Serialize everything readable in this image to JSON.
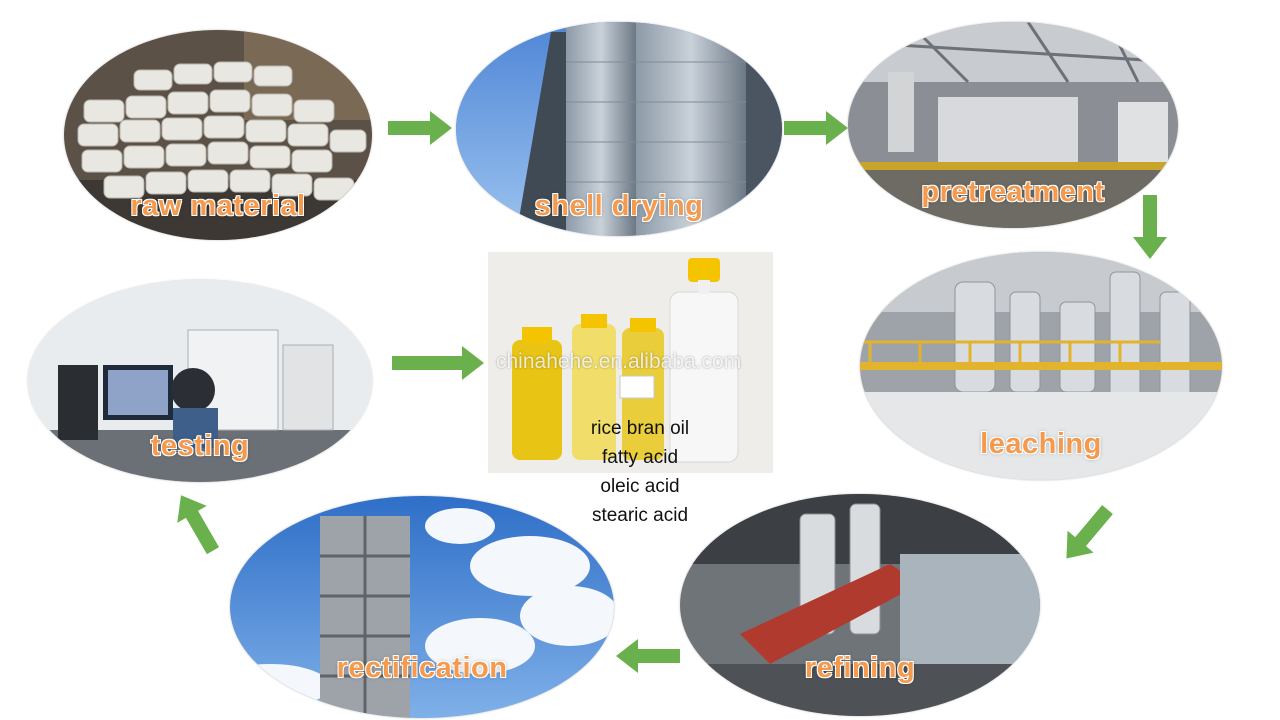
{
  "steps": {
    "raw_material": "raw material",
    "shell_drying": "shell drying",
    "pretreatment": "pretreatment",
    "leaching": "leaching",
    "refining": "refining",
    "rectification": "rectification",
    "testing": "testing"
  },
  "watermark": "chinahehe.en.alibaba.com",
  "products": [
    "rice bran oil",
    "fatty acid",
    "oleic acid",
    "stearic acid"
  ],
  "colors": {
    "arrow": "#6ab04c",
    "label": "#f39a4e"
  },
  "icons": {
    "arrow": "arrow-icon"
  }
}
